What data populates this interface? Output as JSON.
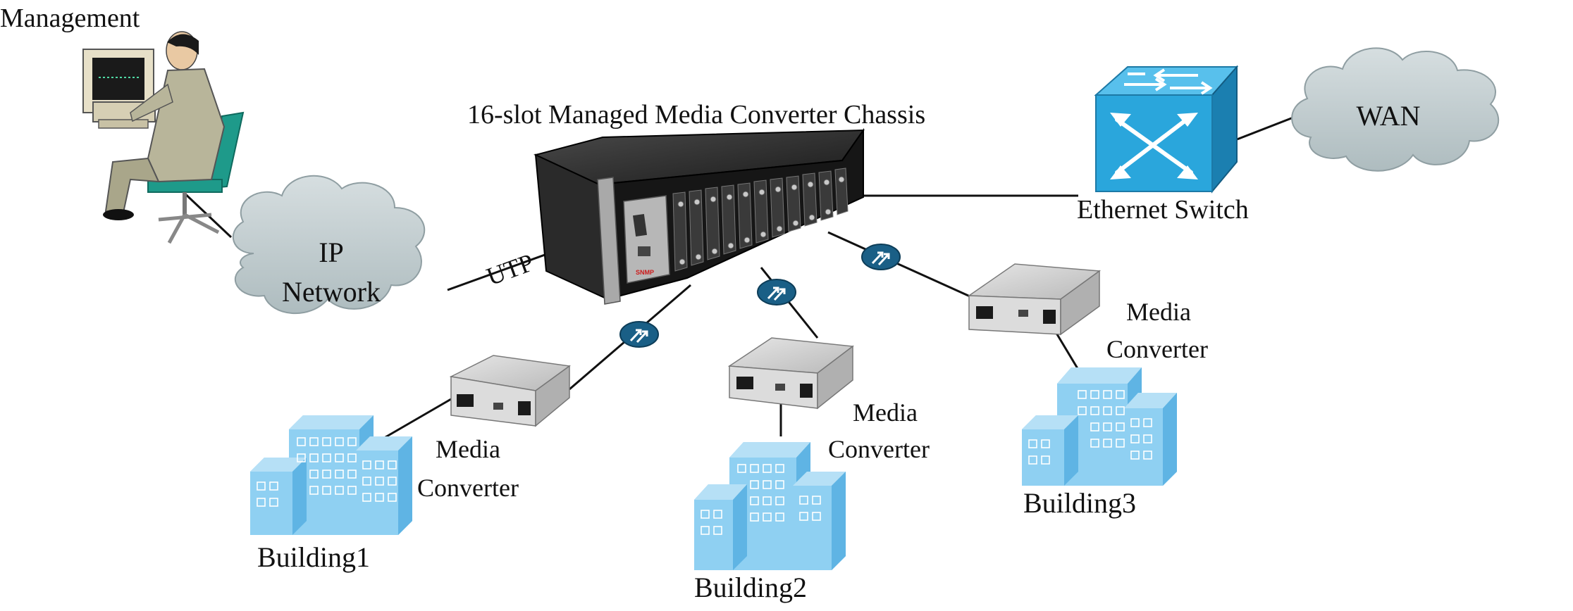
{
  "labels": {
    "management": "Management",
    "chassis": "16-slot Managed Media Converter Chassis",
    "ip_network_line1": "IP",
    "ip_network_line2": "Network",
    "utp": "UTP",
    "ethernet_switch": "Ethernet Switch",
    "wan": "WAN",
    "chassis_brand": "SNMP",
    "mc1_line1": "Media",
    "mc1_line2": "Converter",
    "mc2_line1": "Media",
    "mc2_line2": "Converter",
    "mc3_line1": "Media",
    "mc3_line2": "Converter",
    "building1": "Building1",
    "building2": "Building2",
    "building3": "Building3"
  },
  "colors": {
    "cloud": "#c9d3d5",
    "cloud_stroke": "#8f9ea2",
    "switch": "#2aa6dc",
    "building": "#8fd0f2",
    "building_dark": "#5fb4e4",
    "fiber_badge": "#1a5f86",
    "chassis": "#1c1c1c",
    "converter": "#c8c8c8"
  }
}
